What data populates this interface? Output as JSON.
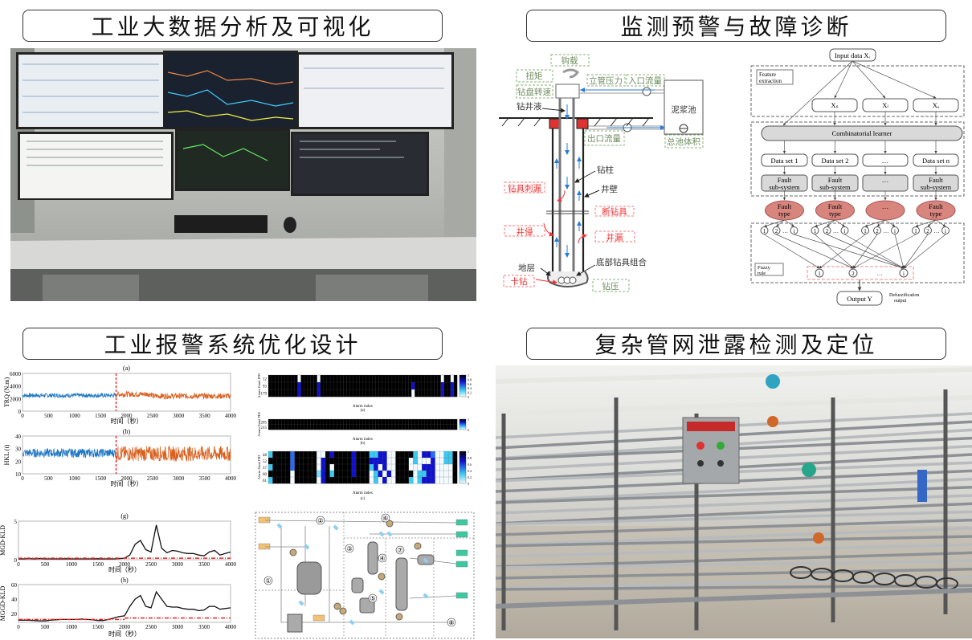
{
  "titles": {
    "q1": "工业大数据分析及可视化",
    "q2": "监测预警与故障诊断",
    "q3": "工业报警系统优化设计",
    "q4": "复杂管网泄露检测及定位"
  },
  "drilling_diagram": {
    "hook_load": "钩载",
    "torque": "扭矩",
    "rotary_speed": "钻盘转速",
    "standpipe_pressure": "立管压力",
    "inlet_flow": "入口流量",
    "mud_pit": "泥浆池",
    "total_pit_volume": "总池体积",
    "outlet_flow": "出口流量",
    "drilling_fluid": "钻井液",
    "drill_string": "钻柱",
    "well_wall": "井壁",
    "washout": "钻具刺漏",
    "broken_tool": "断钻具",
    "kick": "井侵",
    "lost_circulation": "井漏",
    "bha": "底部钻具组合",
    "formation": "地层",
    "stuck_pipe": "卡钻",
    "wob": "钻压"
  },
  "fuzzy_diagram": {
    "input": "Input data Xᵢ",
    "feature_extraction": [
      "Feature",
      "extraction"
    ],
    "features": [
      "Xₛ",
      "Xₗ",
      "Xₐ"
    ],
    "learner": "Combinatorial learner",
    "datasets": [
      "Data set 1",
      "Data set 2",
      "…",
      "Data set n"
    ],
    "subsystems": [
      [
        "Fault",
        "sub-system"
      ],
      [
        "Fault",
        "sub-system"
      ],
      [
        "…",
        ""
      ],
      [
        "Fault",
        "sub-system"
      ]
    ],
    "fault_types": [
      [
        "Fault",
        "type"
      ],
      [
        "Fault",
        "type"
      ],
      [
        "…",
        ""
      ],
      [
        "Fault",
        "type"
      ]
    ],
    "rule_nodes": [
      "1",
      "2",
      "…",
      "i"
    ],
    "fuzzy_rule": [
      "Fuzzy",
      "rule"
    ],
    "output": "Output  Y",
    "defuzz": [
      "Defuzzification",
      "output"
    ]
  },
  "chart_data": [
    {
      "type": "line",
      "title": "(a)",
      "ylabel": "TRQ (N.m)",
      "xlabel": "时间（秒）",
      "xlim": [
        0,
        4000
      ],
      "ylim": [
        0,
        6000
      ],
      "xticks": [
        0,
        500,
        1000,
        1500,
        2000,
        2500,
        3000,
        3500,
        4000
      ],
      "yticks": [
        0,
        2000,
        4000,
        6000
      ],
      "change_point": 1800,
      "segments": [
        {
          "x": [
            0,
            1800
          ],
          "mean": 2500,
          "noise": 350,
          "color": "#1f77c4"
        },
        {
          "x": [
            1800,
            2500
          ],
          "mean": 2700,
          "noise": 450,
          "color": "#d9601f"
        },
        {
          "x": [
            2500,
            4000
          ],
          "mean": 2400,
          "noise": 450,
          "color": "#d9601f"
        }
      ]
    },
    {
      "type": "line",
      "title": "(b)",
      "ylabel": "HKL (t)",
      "xlabel": "时间（秒）",
      "xlim": [
        0,
        4000
      ],
      "ylim": [
        10,
        40
      ],
      "xticks": [
        0,
        500,
        1000,
        1500,
        2000,
        2500,
        3000,
        3500,
        4000
      ],
      "yticks": [
        10,
        20,
        30,
        40
      ],
      "change_point": 1800,
      "segments": [
        {
          "x": [
            0,
            1800
          ],
          "mean": 26.5,
          "noise": 3.5,
          "color": "#1f77c4"
        },
        {
          "x": [
            1800,
            4000
          ],
          "mean": 26,
          "noise": 6,
          "color": "#d9601f"
        }
      ]
    },
    {
      "type": "line",
      "title": "(g)",
      "ylabel": "MGD-KLD",
      "xlabel": "时间（秒）",
      "xlim": [
        0,
        4000
      ],
      "ylim": [
        0,
        5
      ],
      "xticks": [
        0,
        500,
        1000,
        1500,
        2000,
        2500,
        3000,
        3500,
        4000
      ],
      "yticks": [
        0,
        5
      ],
      "x": [
        0,
        100,
        200,
        300,
        400,
        500,
        600,
        700,
        800,
        900,
        1000,
        1100,
        1200,
        1300,
        1400,
        1500,
        1600,
        1700,
        1800,
        1900,
        2000,
        2100,
        2200,
        2300,
        2400,
        2500,
        2600,
        2700,
        2800,
        2900,
        3000,
        3100,
        3200,
        3300,
        3400,
        3500,
        3600,
        3700,
        3800,
        3900,
        4000
      ],
      "y": [
        0.1,
        0.1,
        0.15,
        0.1,
        0.15,
        0.1,
        0.1,
        0.1,
        0.1,
        0.12,
        0.1,
        0.1,
        0.1,
        0.1,
        0.1,
        0.12,
        0.1,
        0.1,
        0.1,
        0.15,
        0.2,
        0.6,
        2.0,
        2.5,
        1.3,
        1.0,
        4.5,
        1.5,
        0.9,
        1.2,
        1.1,
        0.9,
        0.8,
        0.8,
        0.6,
        0.5,
        1.0,
        1.2,
        0.6,
        0.8,
        1.0
      ],
      "threshold": [
        {
          "x": [
            0,
            4000
          ],
          "y": 0.2
        }
      ]
    },
    {
      "type": "line",
      "title": "(h)",
      "ylabel": "MGGD-KLD",
      "xlabel": "时间（秒）",
      "xlim": [
        0,
        4000
      ],
      "ylim": [
        8,
        60
      ],
      "xticks": [
        0,
        500,
        1000,
        1500,
        2000,
        2500,
        3000,
        3500,
        4000
      ],
      "yticks": [
        20,
        40,
        60
      ],
      "x": [
        0,
        100,
        200,
        300,
        400,
        500,
        600,
        700,
        800,
        900,
        1000,
        1100,
        1200,
        1300,
        1400,
        1500,
        1600,
        1700,
        1800,
        1900,
        2000,
        2100,
        2200,
        2300,
        2400,
        2500,
        2600,
        2700,
        2800,
        2900,
        3000,
        3100,
        3200,
        3300,
        3400,
        3500,
        3600,
        3700,
        3800,
        3900,
        4000
      ],
      "y": [
        11,
        11,
        11,
        10.5,
        10,
        10,
        11,
        11.5,
        12,
        12,
        12,
        12,
        12.5,
        12,
        11.5,
        10.5,
        10.5,
        12,
        14,
        16,
        17,
        30,
        40,
        45,
        30,
        28,
        50,
        40,
        30,
        29,
        29,
        27,
        26,
        26,
        24,
        25,
        30,
        30,
        26,
        27,
        28
      ],
      "threshold": [
        {
          "x": [
            0,
            2000
          ],
          "y": 12
        },
        {
          "x": [
            2000,
            4000
          ],
          "y": 14
        }
      ]
    },
    {
      "type": "heatmap",
      "title": "(a)",
      "ylabel": "Alarm flood FID",
      "xlabel": "Alarm index",
      "rows": [
        "12",
        "93",
        "179"
      ],
      "colorbar": [
        "0",
        "0.2",
        "0.4",
        "0.6",
        "0.8",
        "1"
      ],
      "matrix": [
        "1111111110111110111111111111111111111111111111111111101101",
        "1111111115111115111111111111111111111111111151111111151151",
        "1111111115111115111111111111111111111111111101111111151151"
      ]
    },
    {
      "type": "heatmap",
      "title": "(b)",
      "ylabel": "Alarm flood FID",
      "xlabel": "Alarm index",
      "rows": [
        "205",
        "215"
      ],
      "colorbar": [
        "0",
        "1"
      ],
      "matrix": [
        "1111111111111111111111111111111111111111111111111111111111",
        "1111111111111111111111111111111111111111111111111111111111"
      ]
    },
    {
      "type": "heatmap",
      "title": "(c)",
      "ylabel": "Alarm flood FID",
      "xlabel": "Alarm index",
      "rows": [
        "48",
        "52",
        "57",
        "60",
        "61"
      ],
      "colorbar": [
        "0",
        "0.2",
        "0.4",
        "0.6",
        "0.8",
        "1"
      ],
      "matrix": [
        "3111141111100151111511133550011113055400331",
        "1111141111105111111511155550011103000500331",
        "3111141111105101111511135050011100055500001",
        "1111101111125131111511103505011110335500001",
        "3111101111105111111111103050011130355500001"
      ]
    }
  ],
  "process_flow": {
    "zones": [
      "①",
      "②",
      "③",
      "④",
      "⑤",
      "⑥",
      "⑦",
      "⑧"
    ]
  }
}
